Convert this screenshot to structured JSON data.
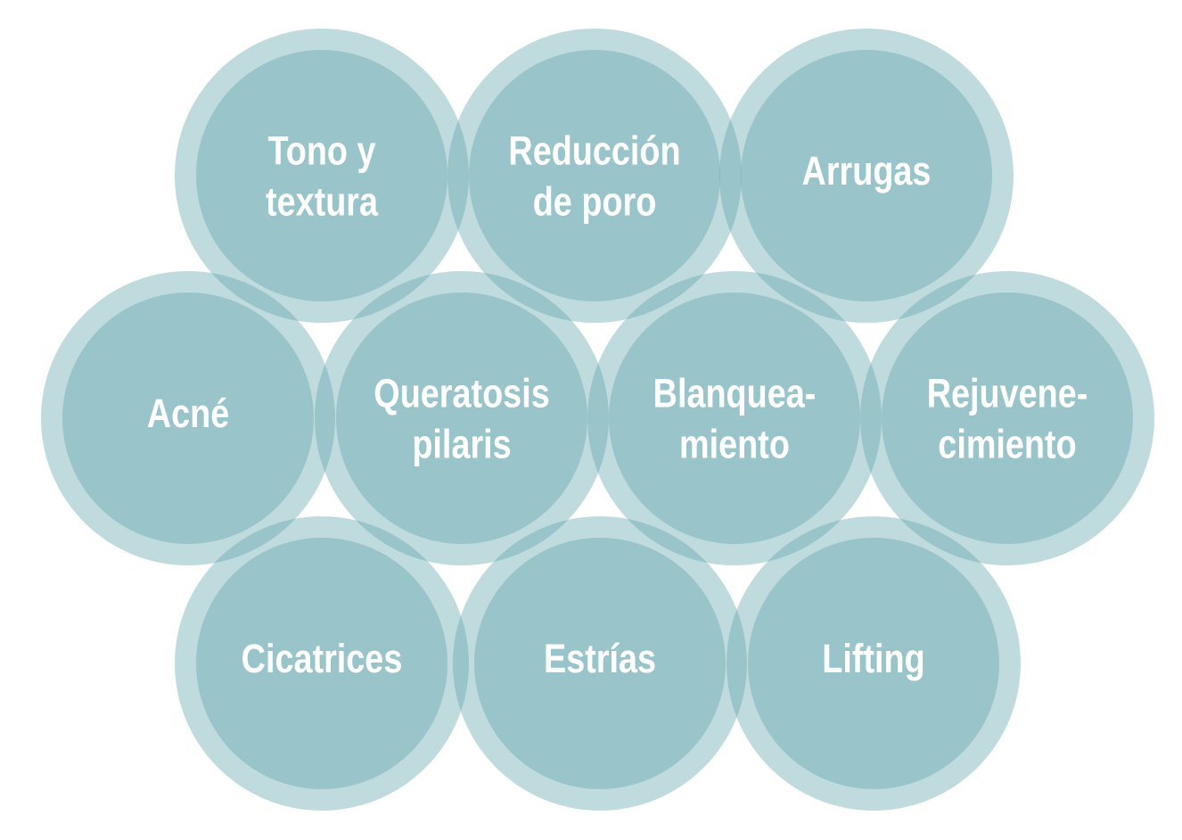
{
  "colors": {
    "circle": "#5ea3a9",
    "text": "#ffffff"
  },
  "circles": [
    {
      "lines": [
        "Tono y",
        "textura"
      ]
    },
    {
      "lines": [
        "Reducción",
        "de poro"
      ]
    },
    {
      "lines": [
        "Arrugas"
      ]
    },
    {
      "lines": [
        "Acné"
      ]
    },
    {
      "lines": [
        "Queratosis",
        "pilaris"
      ]
    },
    {
      "lines": [
        "Blanquea-",
        "miento"
      ]
    },
    {
      "lines": [
        "Rejuvene-",
        "cimiento"
      ]
    },
    {
      "lines": [
        "Cicatrices"
      ]
    },
    {
      "lines": [
        "Estrías"
      ]
    },
    {
      "lines": [
        "Lifting"
      ]
    }
  ]
}
